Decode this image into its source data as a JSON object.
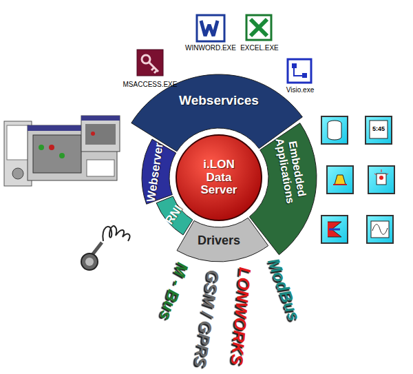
{
  "diagram": {
    "nodes": [
      {
        "text": [
          "Webservices"
        ]
      },
      {
        "text": [
          "Embedded Applications"
        ]
      },
      {
        "text": [
          "Drivers"
        ]
      },
      {
        "text": [
          "RNI"
        ]
      },
      {
        "text": [
          "Webserver"
        ]
      },
      {
        "text": [
          "i.LON Data Server"
        ]
      }
    ],
    "labels": [
      "MSACCESS.EXE",
      "WINWORD.EXE",
      "EXCEL.EXE",
      "Visio.exe",
      "5:45",
      "M - Bus",
      "GSM / GPRS",
      "LONWORKS",
      "ModBus"
    ]
  }
}
